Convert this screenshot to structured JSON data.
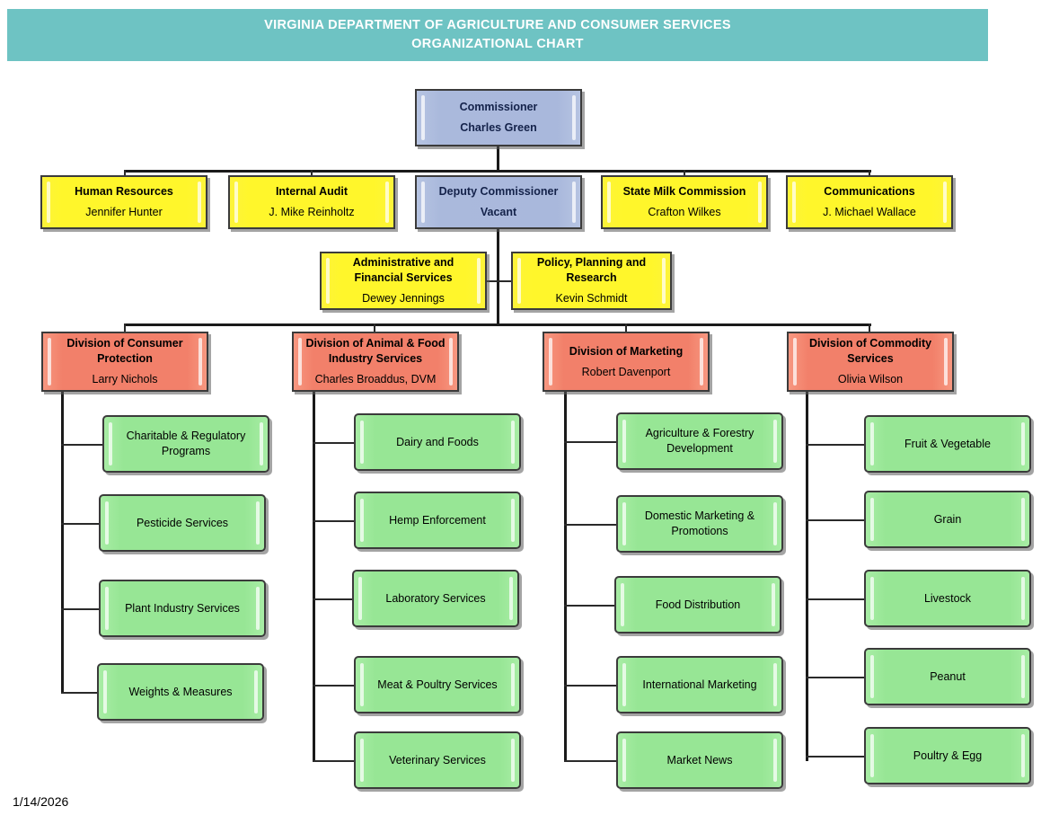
{
  "header": {
    "line1": "Virginia Department of Agriculture and Consumer Services",
    "line2": "Organizational Chart",
    "background_color": "#6EC3C3",
    "text_color": "#FFFFFF"
  },
  "footer": {
    "date": "1/14/2026"
  },
  "colors": {
    "executive": "#AAB9DC",
    "office": "#FFF62E",
    "division": "#F2806A",
    "program": "#97E695",
    "line": "#1A1A1A",
    "border": "#3B3B3B"
  },
  "commissioner": {
    "title": "Commissioner",
    "name": "Charles Green"
  },
  "deputy_commissioner": {
    "title": "Deputy Commissioner",
    "name": "Vacant"
  },
  "commissioner_offices": [
    {
      "title": "Human Resources",
      "name": "Jennifer Hunter"
    },
    {
      "title": "Internal Audit",
      "name": "J. Mike Reinholtz"
    },
    {
      "title": "State Milk Commission",
      "name": "Crafton Wilkes"
    },
    {
      "title": "Communications",
      "name": "J. Michael Wallace"
    }
  ],
  "deputy_offices": [
    {
      "title": "Administrative and Financial Services",
      "name": "Dewey Jennings"
    },
    {
      "title": "Policy, Planning and Research",
      "name": "Kevin Schmidt"
    }
  ],
  "divisions": [
    {
      "title": "Division of Consumer Protection",
      "name": "Larry Nichols",
      "programs": [
        "Charitable & Regulatory Programs",
        "Pesticide Services",
        "Plant Industry Services",
        "Weights & Measures"
      ]
    },
    {
      "title": "Division of Animal & Food Industry Services",
      "name": "Charles Broaddus, DVM",
      "programs": [
        "Dairy and Foods",
        "Hemp Enforcement",
        "Laboratory Services",
        "Meat & Poultry Services",
        "Veterinary Services"
      ]
    },
    {
      "title": "Division of Marketing",
      "name": "Robert Davenport",
      "programs": [
        "Agriculture & Forestry Development",
        "Domestic Marketing & Promotions",
        "Food Distribution",
        "International Marketing",
        "Market News"
      ]
    },
    {
      "title": "Division of Commodity Services",
      "name": "Olivia Wilson",
      "programs": [
        "Fruit & Vegetable",
        "Grain",
        "Livestock",
        "Peanut",
        "Poultry & Egg"
      ]
    }
  ]
}
